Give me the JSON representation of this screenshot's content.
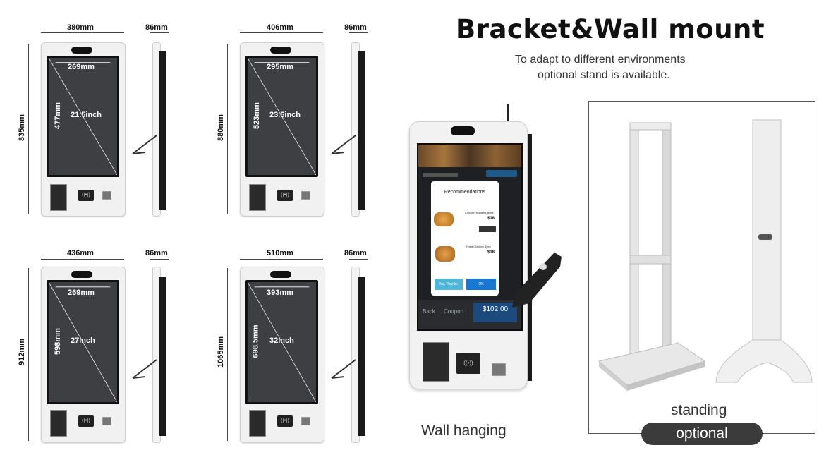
{
  "header": {
    "title": "Bracket&Wall mount",
    "subtitle_line1": "To adapt to different environments",
    "subtitle_line2": "optional stand is available."
  },
  "models": [
    {
      "width": "380mm",
      "depth": "86mm",
      "height": "835mm",
      "screen_width": "269mm",
      "screen_height": "477mm",
      "size": "21.5inch"
    },
    {
      "width": "406mm",
      "depth": "86mm",
      "height": "880mm",
      "screen_width": "295mm",
      "screen_height": "523mm",
      "size": "23.6inch"
    },
    {
      "width": "436mm",
      "depth": "86mm",
      "height": "912mm",
      "screen_width": "269mm",
      "screen_height": "598mm",
      "size": "27inch"
    },
    {
      "width": "510mm",
      "depth": "86mm",
      "height": "1065mm",
      "screen_width": "393mm",
      "screen_height": "698.5mm",
      "size": "32inch"
    }
  ],
  "wall_kiosk": {
    "caption": "Wall hanging",
    "dialog_title": "Recommendations",
    "item1_name": "Chicken Nuggets Bites",
    "item1_price": "$18",
    "item2_name": "Fried Chicken Bites",
    "item2_price": "$18",
    "btn_no": "No, Thanks",
    "btn_ok": "OK",
    "total": "$102.00",
    "back_label": "Back",
    "coupon_label": "Coupon"
  },
  "stand": {
    "caption": "standing",
    "pill": "optional"
  }
}
